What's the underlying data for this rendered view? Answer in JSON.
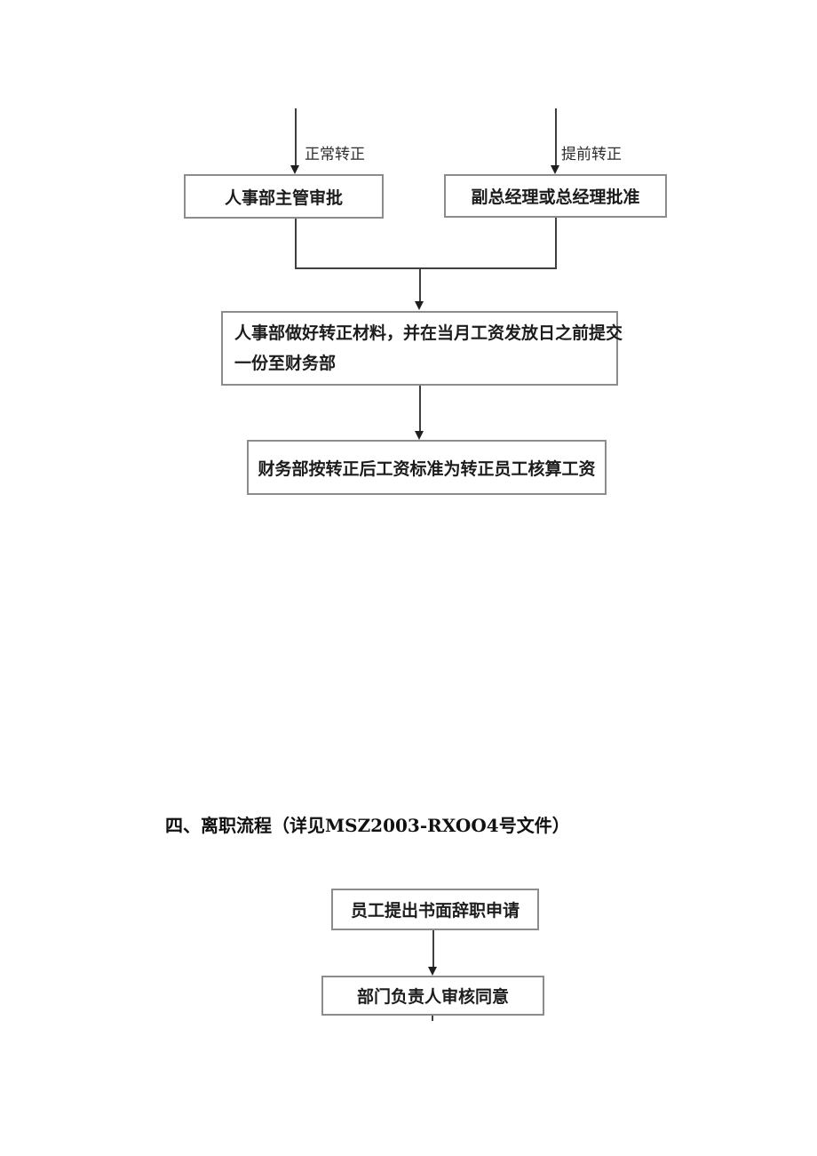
{
  "colors": {
    "background": "#ffffff",
    "connector_line": "#3f3f3f",
    "box_border": "#8c8c8c",
    "text": "#1c1c1c"
  },
  "promotion_flow": {
    "normal_label": "正常转正",
    "early_label": "提前转正",
    "hr_box": "人事部主管审批",
    "gm_box": "副总经理或总经理批准",
    "materials_line1": "人事部做好转正材料，并在当月工资发放日之前提交",
    "materials_line2": "一份至财务部",
    "finance_box": "财务部按转正后工资标准为转正员工核算工资"
  },
  "section4": {
    "heading": "四、离职流程（详见MSZ2003-RXOO4号文件）"
  },
  "resignation_flow": {
    "step1_box": "员工提出书面辞职申请",
    "step2_box": "部门负责人审核同意"
  }
}
